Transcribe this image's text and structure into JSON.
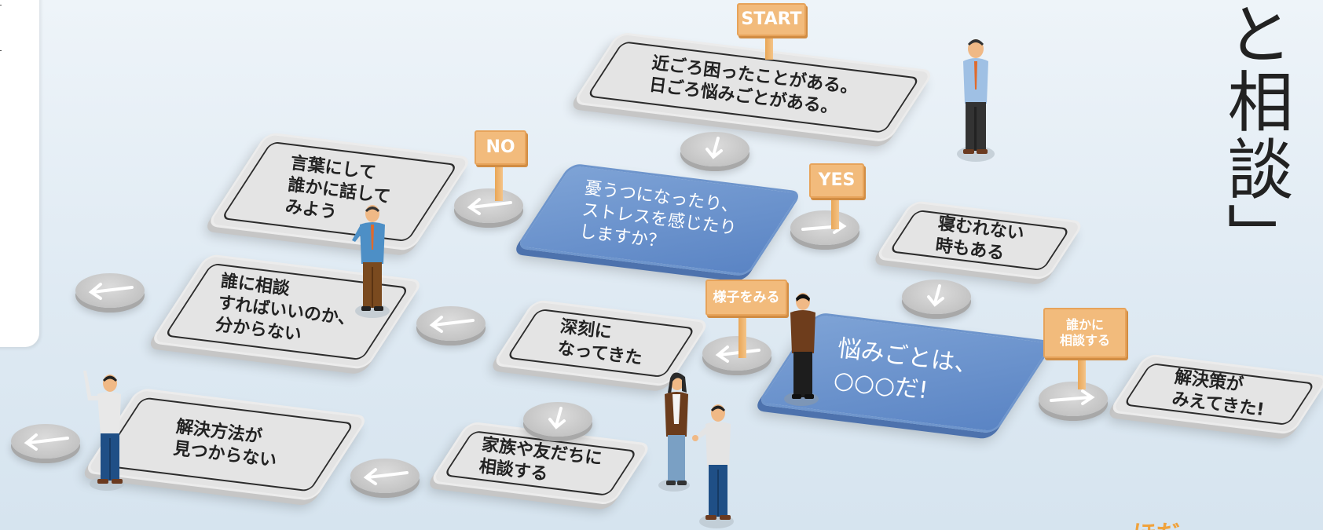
{
  "title_vertical": "と相談」",
  "signs": {
    "start": "START",
    "no": "NO",
    "yes": "YES",
    "wait": "様子をみる",
    "consult": "誰かに\n相談する"
  },
  "boxes": {
    "start_question": "近ごろ困ったことがある。\n日ごろ悩みごとがある。",
    "depressed_question": "憂うつになったり、\nストレスを感じたり\nしますか？",
    "put_into_words": "言葉にして\n誰かに話して\nみよう",
    "cant_sleep": "寝むれない\n時もある",
    "who_to_consult": "誰に相談\nすればいいのか、\n分からない",
    "getting_serious": "深刻に\nなってきた",
    "worry_is": "悩みごとは、\n○○○だ!",
    "solution_visible": "解決策が\nみえてきた!",
    "no_solution": "解決方法が\n見つからない",
    "consult_family": "家族や友だちに\n相談する"
  },
  "icons": {
    "arrow_down": "arrow-down-icon",
    "arrow_left": "arrow-left-icon",
    "arrow_right": "arrow-right-icon",
    "person": "person-figure"
  },
  "colors": {
    "blue_plate": "#5a84c4",
    "gray_plate": "#e4e4e4",
    "sign": "#f2bb7c",
    "background": "#e2ecf4"
  }
}
